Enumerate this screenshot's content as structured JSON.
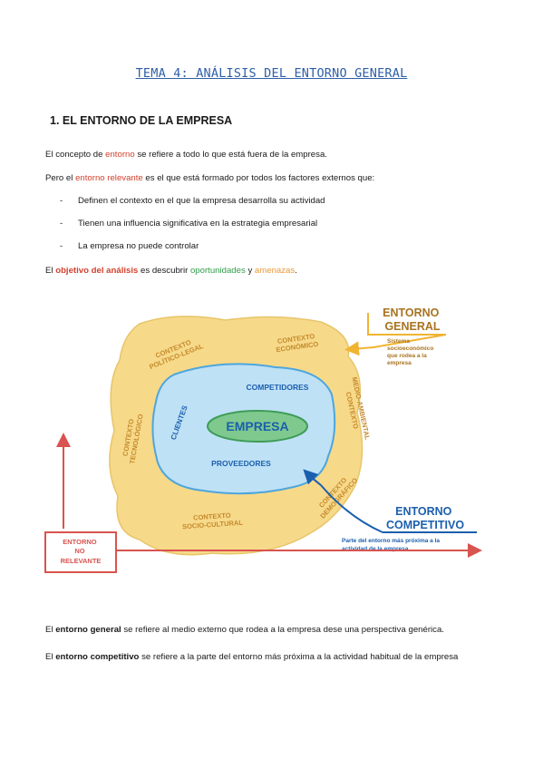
{
  "title": "TEMA 4: ANÁLISIS DEL ENTORNO GENERAL",
  "section_heading": "1. EL ENTORNO DE LA EMPRESA",
  "p1": {
    "pre": "El concepto de ",
    "hl": "entorno",
    "post": " se refiere a todo lo que está fuera de la empresa."
  },
  "p2": {
    "pre": "Pero el ",
    "hl": "entorno relevante",
    "post": " es el que está formado por todos los factores externos que:"
  },
  "bullet_dash": "-",
  "bullets": [
    "Definen el contexto en el que la empresa desarrolla su actividad",
    "Tienen una influencia significativa en la estrategia empresarial",
    "La empresa no puede controlar"
  ],
  "p3": {
    "pre": "El ",
    "hl": "objetivo del análisis",
    "mid": " es descubrir ",
    "green": "oportunidades",
    "y": " y ",
    "orange": "amenazas",
    "end": "."
  },
  "diagram": {
    "entorno_general": [
      "ENTORNO",
      "GENERAL"
    ],
    "general_desc": [
      "Sistema",
      "socioeconómico",
      "que rodea a la",
      "empresa"
    ],
    "ctx_politico": [
      "CONTEXTO",
      "POLÍTICO-LEGAL"
    ],
    "ctx_economico": [
      "CONTEXTO",
      "ECONÓMICO"
    ],
    "ctx_medio": [
      "CONTEXTO",
      "MEDIO-AMBIENTAL"
    ],
    "ctx_tecnologico": [
      "CONTEXTO",
      "TECNOLÓGICO"
    ],
    "ctx_socio": [
      "CONTEXTO",
      "SOCIO-CULTURAL"
    ],
    "ctx_demografico": [
      "CONTEXTO",
      "DEMOGRÁFICO"
    ],
    "competidores": "COMPETIDORES",
    "clientes": "CLIENTES",
    "empresa": "EMPRESA",
    "proveedores": "PROVEEDORES",
    "entorno_competitivo": [
      "ENTORNO",
      "COMPETITIVO"
    ],
    "competitivo_desc": [
      "Parte del entorno más próxima a la",
      "actividad de la empresa"
    ],
    "no_relevante": [
      "ENTORNO",
      "NO",
      "RELEVANTE"
    ],
    "colors": {
      "yellow": "#f7d98a",
      "blue": "#bfe1f5",
      "green": "#7fc98f",
      "orange_line": "#f0b432",
      "navy": "#1b5fae",
      "red": "#d9534f"
    }
  },
  "p4": {
    "pre": "El ",
    "bold": "entorno general",
    "post": " se refiere al medio externo que rodea a la empresa dese una perspectiva genérica."
  },
  "p5": {
    "pre": "El ",
    "bold": "entorno competitivo",
    "post": " se refiere a la parte del entorno más próxima a la actividad habitual de la empresa"
  }
}
